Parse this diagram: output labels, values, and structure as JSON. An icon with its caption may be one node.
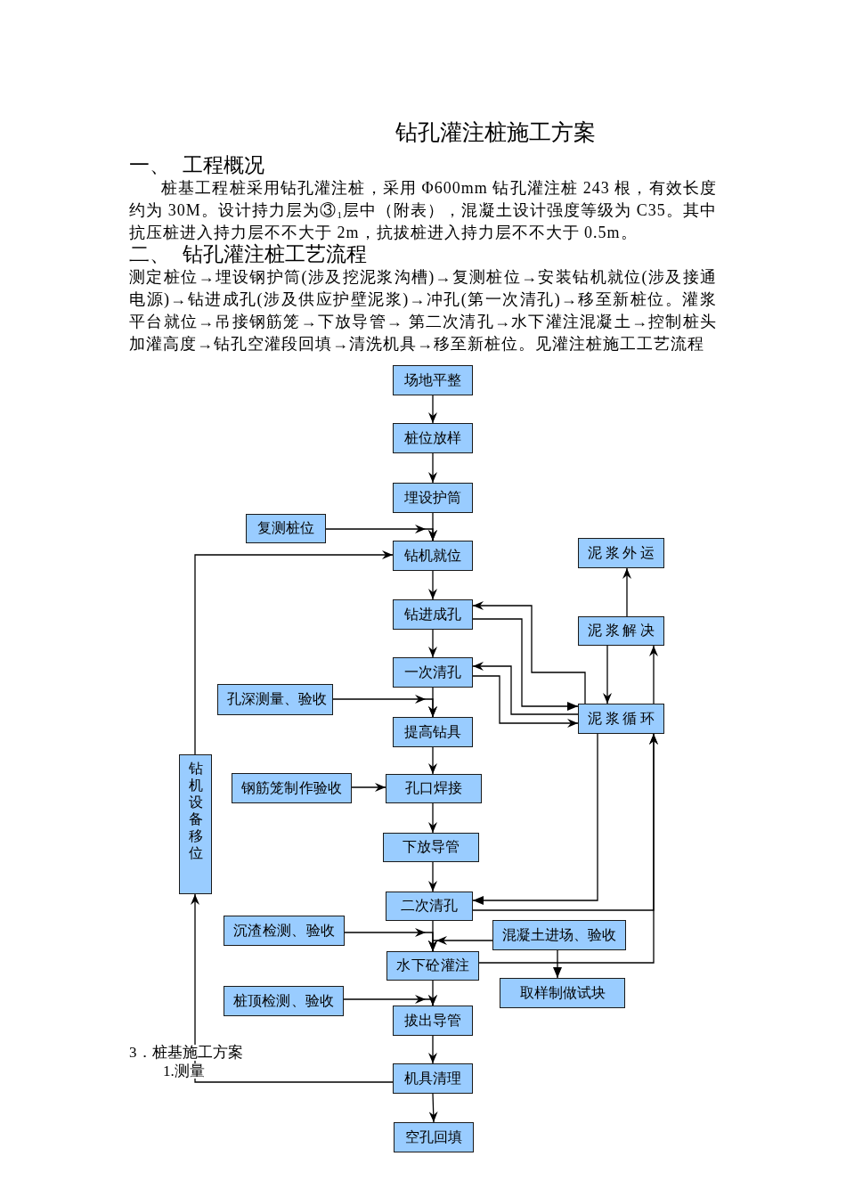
{
  "diagram": {
    "title": "钻孔灌注桩施工方案",
    "nodes": [
      {
        "text": [
          "场地平整"
        ]
      },
      {
        "text": [
          "桩位放样"
        ]
      },
      {
        "text": [
          "埋设护筒"
        ]
      },
      {
        "text": [
          "复测桩位"
        ]
      },
      {
        "text": [
          "钻机就位"
        ]
      },
      {
        "text": [
          "泥浆外运"
        ]
      },
      {
        "text": [
          "钻进成孔"
        ]
      },
      {
        "text": [
          "泥浆解决"
        ]
      },
      {
        "text": [
          "一次清孔"
        ]
      },
      {
        "text": [
          "孔深测量、验收"
        ]
      },
      {
        "text": [
          "泥浆循环"
        ]
      },
      {
        "text": [
          "提高钻具"
        ]
      },
      {
        "text": [
          "钻机设备移位"
        ]
      },
      {
        "text": [
          "钢筋笼制作验收"
        ]
      },
      {
        "text": [
          "孔口焊接"
        ]
      },
      {
        "text": [
          "下放导管"
        ]
      },
      {
        "text": [
          "二次清孔"
        ]
      },
      {
        "text": [
          "沉渣检测、验收"
        ]
      },
      {
        "text": [
          "混凝土进场、验收"
        ]
      },
      {
        "text": [
          "水下砼灌注"
        ]
      },
      {
        "text": [
          "取样制做试块"
        ]
      },
      {
        "text": [
          "桩顶检测、验收"
        ]
      },
      {
        "text": [
          "拔出导管"
        ]
      },
      {
        "text": [
          "机具清理"
        ]
      },
      {
        "text": [
          "空孔回填"
        ]
      }
    ],
    "edges": [
      {
        "from": 0,
        "to": 1,
        "arrow": "to"
      },
      {
        "from": 1,
        "to": 2,
        "arrow": "to"
      },
      {
        "from": 2,
        "to": 4,
        "arrow": "to"
      },
      {
        "from": 3,
        "to": 4,
        "arrow": "to"
      },
      {
        "from": 12,
        "to": 4,
        "arrow": "to"
      },
      {
        "from": 4,
        "to": 6,
        "arrow": "to"
      },
      {
        "from": 6,
        "to": 8,
        "arrow": "to"
      },
      {
        "from": 6,
        "to": 10,
        "arrow": "to"
      },
      {
        "from": 10,
        "to": 6,
        "arrow": "to"
      },
      {
        "from": 7,
        "to": 5,
        "arrow": "to"
      },
      {
        "from": 7,
        "to": 10,
        "arrow": "to"
      },
      {
        "from": 10,
        "to": 7,
        "arrow": "to"
      },
      {
        "from": 8,
        "to": 11,
        "arrow": "to"
      },
      {
        "from": 8,
        "to": 10,
        "arrow": "to"
      },
      {
        "from": 10,
        "to": 8,
        "arrow": "to"
      },
      {
        "from": 9,
        "to": 11,
        "arrow": "to"
      },
      {
        "from": 11,
        "to": 14,
        "arrow": "to"
      },
      {
        "from": 13,
        "to": 14,
        "arrow": "to"
      },
      {
        "from": 14,
        "to": 15,
        "arrow": "to"
      },
      {
        "from": 15,
        "to": 16,
        "arrow": "to"
      },
      {
        "from": 10,
        "to": 16,
        "arrow": "to"
      },
      {
        "from": 16,
        "to": 10,
        "arrow": "to"
      },
      {
        "from": 16,
        "to": 19,
        "arrow": "to"
      },
      {
        "from": 17,
        "to": 19,
        "arrow": "to"
      },
      {
        "from": 18,
        "to": 19,
        "arrow": "to"
      },
      {
        "from": 18,
        "to": 20,
        "arrow": "to"
      },
      {
        "from": 19,
        "to": 10,
        "arrow": "to"
      },
      {
        "from": 19,
        "to": 22,
        "arrow": "to"
      },
      {
        "from": 21,
        "to": 22,
        "arrow": "to"
      },
      {
        "from": 22,
        "to": 23,
        "arrow": "to"
      },
      {
        "from": 23,
        "to": 24,
        "arrow": "to"
      },
      {
        "from": 23,
        "to": 12,
        "arrow": "to"
      }
    ],
    "labels": [
      "一、 工程概况",
      "桩基工程桩采用钻孔灌注桩，采用 Φ600mm 钻孔灌注桩 243 根，有效长度约为 30M。设计持力层为③$_{1}$层中（附表），混凝土设计强度等级为 C35。其中抗压桩进入持力层不不大于 2m，抗拔桩进入持力层不不大于 0.5m。",
      "二、 钻孔灌注桩工艺流程",
      "测定桩位→埋设钢护筒(涉及挖泥浆沟槽)→复测桩位→安装钻机就位(涉及接通电源)→钻进成孔(涉及供应护壁泥浆)→冲孔(第一次清孔)→移至新桩位。灌浆平台就位→吊接钢筋笼→下放导管→ 第二次清孔→水下灌注混凝土→控制桩头加灌高度→钻孔空灌段回填→清洗机具→移至新桩位。见灌注桩施工工艺流程",
      "3．桩基施工方案",
      "1.测量"
    ]
  }
}
